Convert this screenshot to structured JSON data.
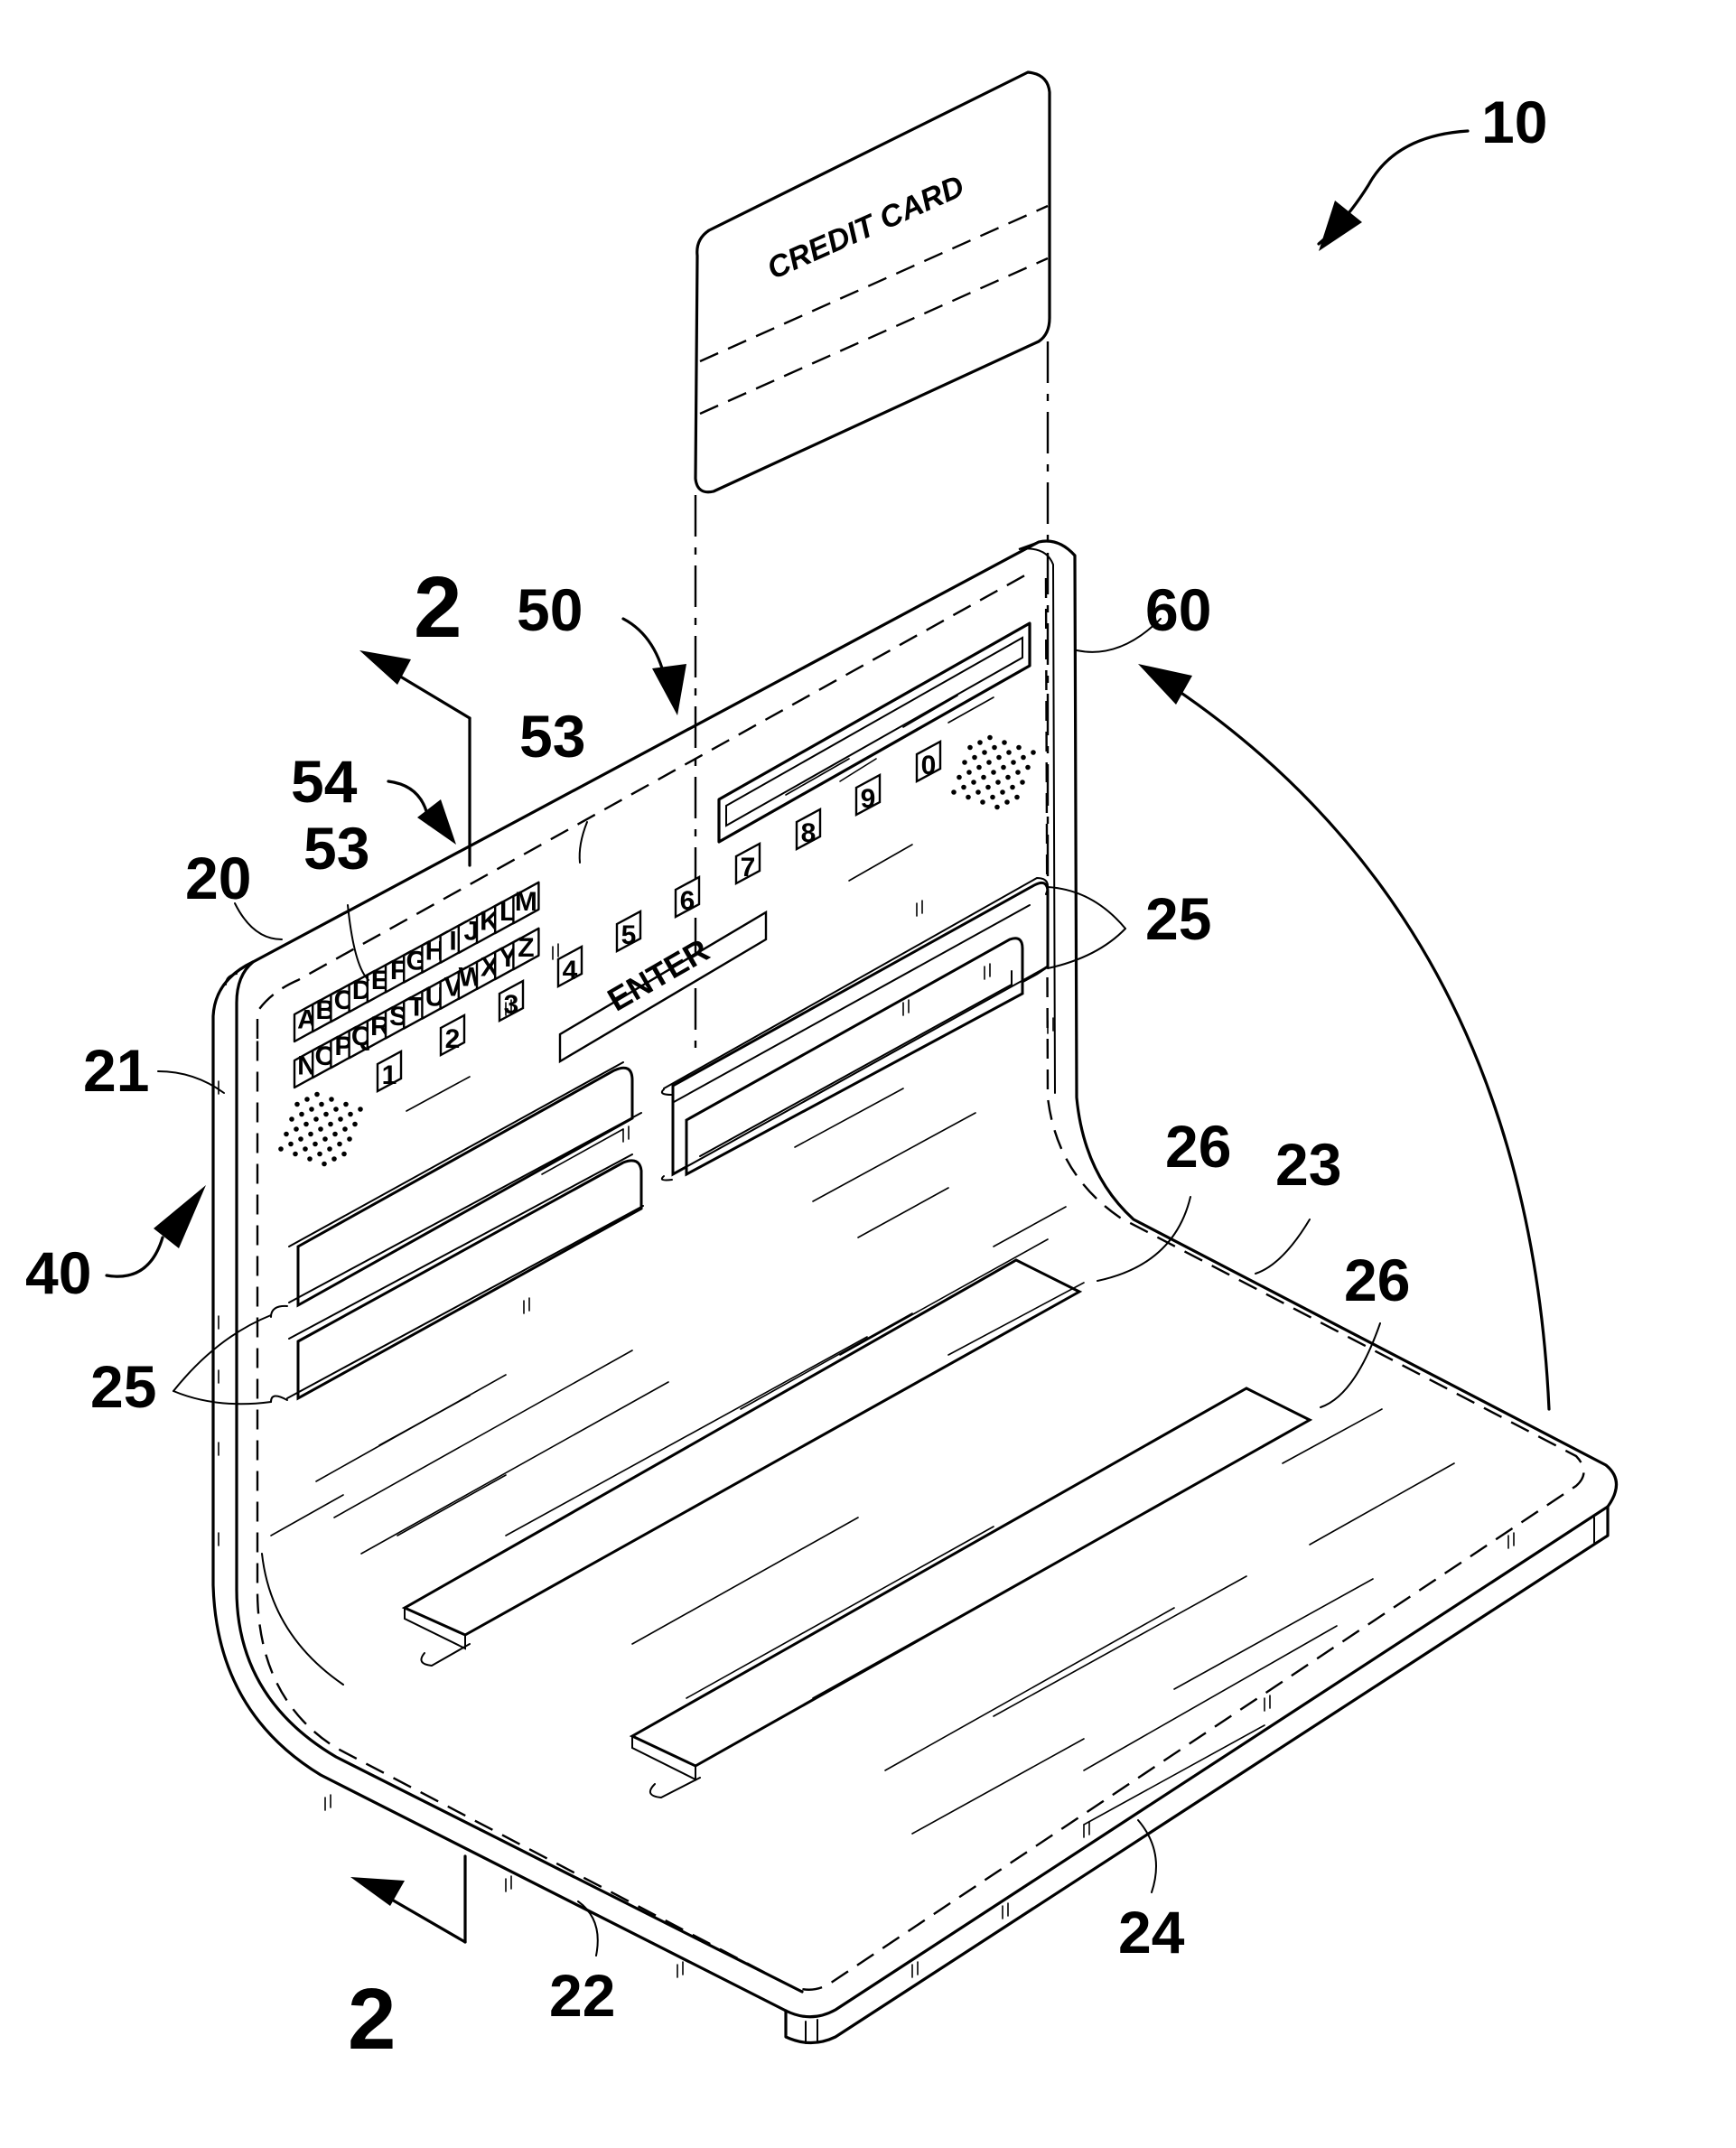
{
  "labels": {
    "device": "10",
    "section_top": "2",
    "section_bottom": "2",
    "keypad": "50",
    "display": "60",
    "key_group": "54",
    "key_a": "53",
    "key_b": "53",
    "back_panel": "20",
    "edge": "21",
    "side": "40",
    "slots_right": "25",
    "slots_left": "25",
    "slot_tab_a": "26",
    "slot_tab_b": "26",
    "base_inner": "23",
    "base_front": "22",
    "base_side": "24"
  },
  "card": {
    "text": "CREDIT CARD"
  },
  "keypad": {
    "letters_row1": [
      "A",
      "B",
      "C",
      "D",
      "E",
      "F",
      "G",
      "H",
      "I",
      "J",
      "K",
      "L",
      "M"
    ],
    "letters_row2": [
      "N",
      "O",
      "P",
      "Q",
      "R",
      "S",
      "T",
      "U",
      "V",
      "W",
      "X",
      "Y",
      "Z"
    ],
    "digits": [
      "1",
      "2",
      "3",
      "4",
      "5",
      "6",
      "7",
      "8",
      "9",
      "0"
    ],
    "enter_label": "ENTER"
  }
}
